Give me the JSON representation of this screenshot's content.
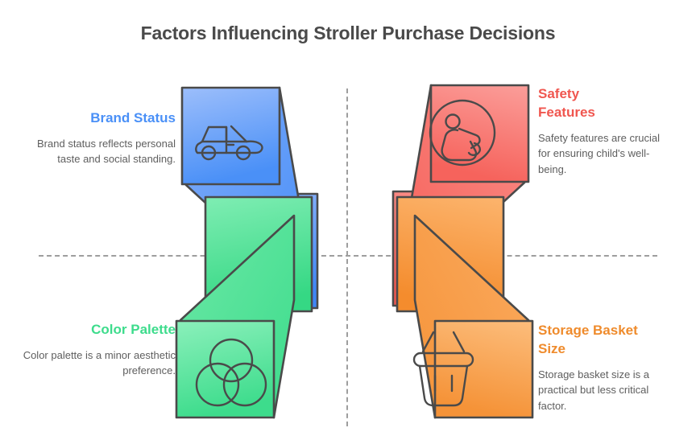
{
  "title": "Factors Influencing Stroller Purchase Decisions",
  "colors": {
    "title": "#4a4a4a",
    "body_text": "#5e5e5e",
    "divider": "#9e9e9e",
    "stroke": "#4a4a4a",
    "brand_status": "#4a90f7",
    "safety_features": "#f0564f",
    "color_palette": "#3ddc8c",
    "storage_basket": "#ef8b2c"
  },
  "quadrants": {
    "top_left": {
      "heading": "Brand Status",
      "body": "Brand status reflects personal taste and social standing.",
      "icon": "convertible-car-icon",
      "color_light": "#9cbefb",
      "color_dark": "#4a90f7",
      "heading_color": "#4a90f7"
    },
    "top_right": {
      "heading": "Safety Features",
      "body": "Safety features are crucial for ensuring child's well-being.",
      "icon": "child-safety-seat-icon",
      "color_light": "#fb9e9a",
      "color_dark": "#f6635c",
      "heading_color": "#f0564f"
    },
    "bottom_left": {
      "heading": "Color Palette",
      "body": "Color palette is a minor aesthetic preference.",
      "icon": "venn-circles-icon",
      "color_light": "#8bf0bb",
      "color_dark": "#3ddc8c",
      "heading_color": "#3ddc8c"
    },
    "bottom_right": {
      "heading": "Storage Basket Size",
      "body": "Storage basket size is a practical but less critical factor.",
      "icon": "shopping-basket-icon",
      "color_light": "#fcbd7c",
      "color_dark": "#f59338",
      "heading_color": "#ef8b2c"
    }
  }
}
